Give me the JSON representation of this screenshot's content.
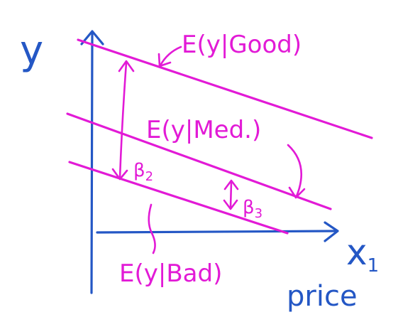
{
  "y_axis_label": "y",
  "x_axis_label": "x",
  "x_axis_subscript": "1",
  "x_axis_name": "price",
  "line_good_label": "E(y|Good)",
  "line_med_label": "E(y|Med.)",
  "line_bad_label": "E(y|Bad)",
  "beta2_label": "β",
  "beta2_subscript": "2",
  "beta3_label": "β",
  "beta3_subscript": "3",
  "colors": {
    "axes": "#2457c5",
    "lines": "#e21ad6"
  }
}
